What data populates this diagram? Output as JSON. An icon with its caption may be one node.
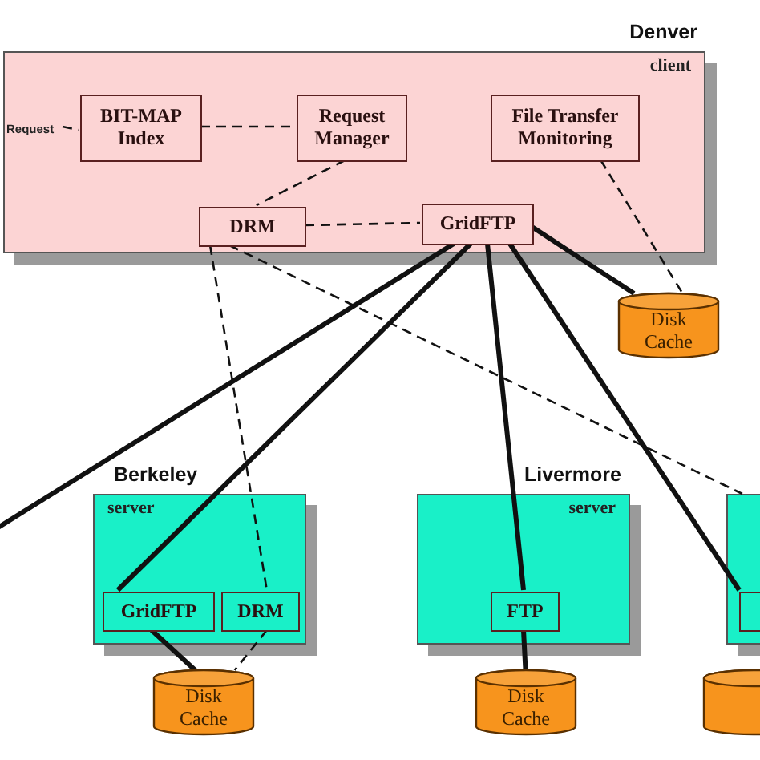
{
  "diagram": {
    "nodes": [
      {
        "text": [
          "Denver",
          "client"
        ]
      },
      {
        "text": [
          "Request"
        ],
        "in": 0
      },
      {
        "text": [
          "BIT-MAP Index"
        ],
        "in": 0
      },
      {
        "text": [
          "Request Manager"
        ],
        "in": 0
      },
      {
        "text": [
          "File Transfer Monitoring"
        ],
        "in": 0
      },
      {
        "text": [
          "DRM"
        ],
        "in": 0
      },
      {
        "text": [
          "GridFTP"
        ],
        "in": 0
      },
      {
        "text": [
          "Disk Cache"
        ]
      },
      {
        "text": [
          "Berkeley",
          "server"
        ]
      },
      {
        "text": [
          "GridFTP"
        ],
        "in": 8
      },
      {
        "text": [
          "DRM"
        ],
        "in": 8
      },
      {
        "text": [
          "Disk Cache"
        ]
      },
      {
        "text": [
          "Livermore",
          "server"
        ]
      },
      {
        "text": [
          "FTP"
        ],
        "in": 12
      },
      {
        "text": [
          "Disk Cache"
        ]
      },
      {
        "text": [],
        "shape": "box"
      },
      {
        "text": [],
        "shape": "box",
        "in": 15
      },
      {
        "text": [],
        "shape": "cylinder"
      }
    ],
    "edges": [
      {
        "from": 1,
        "to": 2,
        "arrow": "none",
        "style": "dashed"
      },
      {
        "from": 2,
        "to": 3,
        "arrow": "none",
        "style": "dashed"
      },
      {
        "from": 3,
        "to": 5,
        "arrow": "none",
        "style": "dashed"
      },
      {
        "from": 5,
        "to": 6,
        "arrow": "none",
        "style": "dashed"
      },
      {
        "from": 4,
        "to": 7,
        "arrow": "none",
        "style": "dashed"
      },
      {
        "from": 6,
        "to": 7,
        "arrow": "none",
        "style": "thick"
      },
      {
        "from": 6,
        "to": null,
        "arrow": "none",
        "style": "thick"
      },
      {
        "from": 6,
        "to": 9,
        "arrow": "none",
        "style": "thick"
      },
      {
        "from": 6,
        "to": 13,
        "arrow": "none",
        "style": "thick"
      },
      {
        "from": 6,
        "to": 16,
        "arrow": "none",
        "style": "thick"
      },
      {
        "from": 5,
        "to": 10,
        "arrow": "none",
        "style": "dashed"
      },
      {
        "from": 5,
        "to": 15,
        "arrow": "none",
        "style": "dashed"
      },
      {
        "from": 9,
        "to": 11,
        "arrow": "none",
        "style": "thick"
      },
      {
        "from": 10,
        "to": 11,
        "arrow": "none",
        "style": "dashed"
      },
      {
        "from": 13,
        "to": 14,
        "arrow": "none",
        "style": "thick"
      }
    ]
  }
}
